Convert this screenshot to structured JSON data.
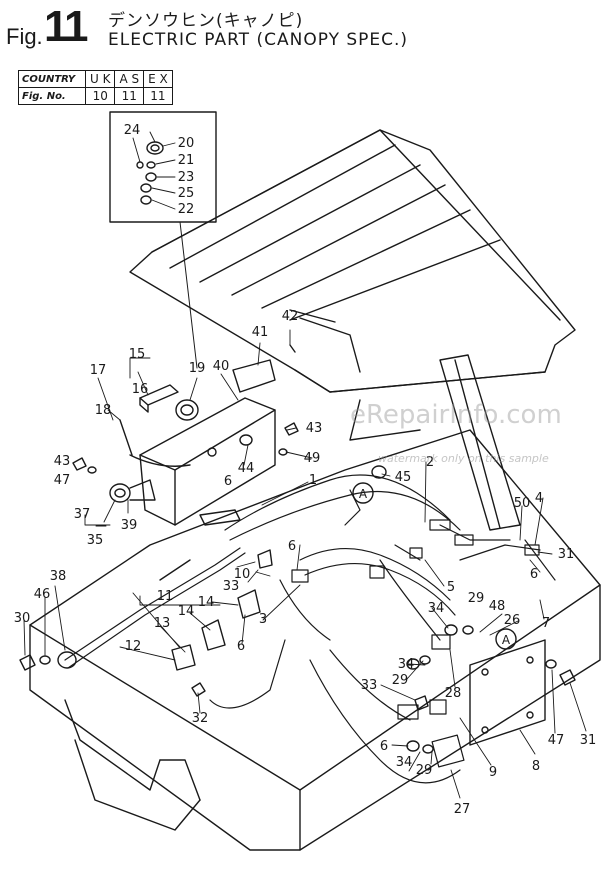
{
  "header": {
    "fig_prefix": "Fig.",
    "fig_number": "11",
    "title_jp": "デンソウヒン(キャノピ)",
    "title_en": "ELECTRIC PART (CANOPY SPEC.)"
  },
  "country_table": {
    "row1_label": "COUNTRY",
    "countries": [
      "U K",
      "A S",
      "E X"
    ],
    "row2_label": "Fig. No.",
    "fig_numbers": [
      "10",
      "11",
      "11"
    ]
  },
  "watermark": {
    "main": "eRepairInfo.com",
    "sub": "watermark only on this sample"
  },
  "callouts": {
    "p1": "1",
    "p2": "2",
    "p3": "3",
    "p4": "4",
    "p5": "5",
    "p6": "6",
    "p7": "7",
    "p8": "8",
    "p9": "9",
    "p10": "10",
    "p11": "11",
    "p12": "12",
    "p13": "13",
    "p14": "14",
    "p15": "15",
    "p16": "16",
    "p17": "17",
    "p18": "18",
    "p19": "19",
    "p20": "20",
    "p21": "21",
    "p22": "22",
    "p23": "23",
    "p24": "24",
    "p25": "25",
    "p26": "26",
    "p27": "27",
    "p28": "28",
    "p29": "29",
    "p30": "30",
    "p31": "31",
    "p32": "32",
    "p33": "33",
    "p34": "34",
    "p35": "35",
    "p37": "37",
    "p38": "38",
    "p39": "39",
    "p40": "40",
    "p41": "41",
    "p42": "42",
    "p43": "43",
    "p44": "44",
    "p45": "45",
    "p46": "46",
    "p47": "47",
    "p48": "48",
    "p49": "49",
    "p50": "50",
    "ref_a": "A"
  }
}
